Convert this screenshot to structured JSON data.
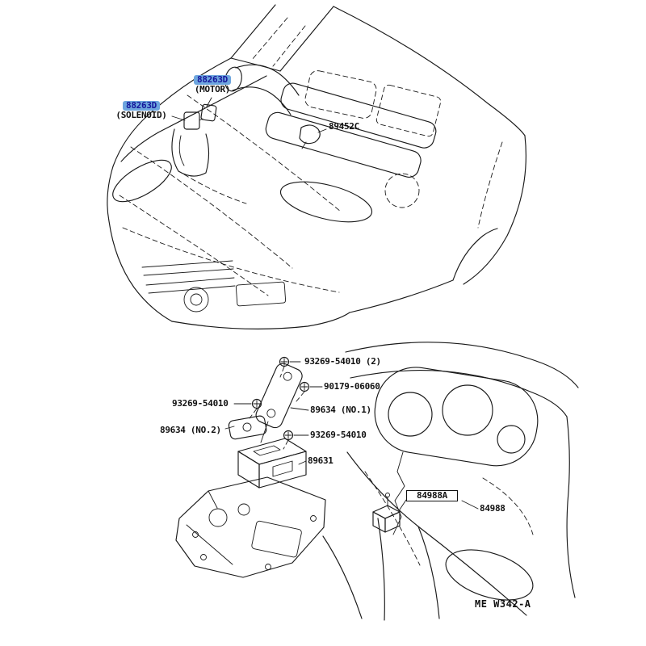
{
  "page": {
    "background": "#ffffff",
    "line_color": "#1a1a1a"
  },
  "highlight": {
    "bg": "#6ea6de",
    "text": "#16169b"
  },
  "callouts": {
    "motor": {
      "part": "88263D",
      "desc": "(MOTOR)"
    },
    "solenoid": {
      "part": "88263D",
      "desc": "(SOLENOID)"
    },
    "sensor": {
      "part": "89452C"
    },
    "screw_top": {
      "part": "93269-54010 (2)"
    },
    "bolt_90179": {
      "part": "90179-06060"
    },
    "screw_left": {
      "part": "93269-54010"
    },
    "bracket_no1": {
      "part": "89634 (NO.1)"
    },
    "bracket_no2": {
      "part": "89634 (NO.2)"
    },
    "screw_mid": {
      "part": "93269-54010"
    },
    "ecu": {
      "part": "89631"
    },
    "receiver_sub": {
      "part": "84988A"
    },
    "receiver": {
      "part": "84988"
    }
  },
  "footer": {
    "drawing_code": "ME W342-A"
  }
}
